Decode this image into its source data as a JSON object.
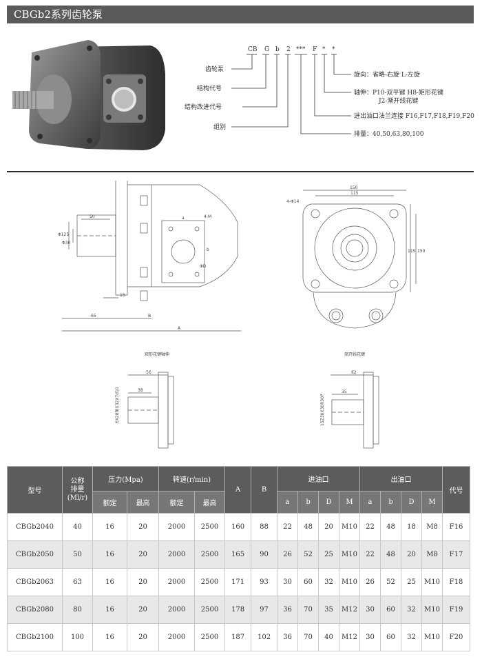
{
  "title": "CBGb2系列齿轮泵",
  "code": {
    "parts": [
      "CB",
      "G",
      "b",
      "2",
      "***",
      "F",
      "*",
      "*"
    ],
    "left_labels": [
      "齿轮泵",
      "结构代号",
      "结构改进代号",
      "组别"
    ],
    "right_labels": {
      "rotation": "旋向：省略-右旋  L-左旋",
      "shaft1": "轴伸：P10-双平键  H8-矩形花键",
      "shaft2": "J2-渐开线花键",
      "flange": "进出油口法兰连接 F16,F17,F18,F19,F20",
      "displacement": "排量：40,50,63,80,100"
    }
  },
  "drawings": {
    "side": {
      "dim_50": "50",
      "dim_65": "65",
      "dim_15": "15",
      "label_B": "B",
      "label_A": "A",
      "label_a": "a",
      "label_b": "b",
      "label_M": "4-M",
      "label_D": "ΦD",
      "dia1": "Φ125",
      "dia2": "Φ30"
    },
    "front": {
      "dim_150": "150",
      "dim_115": "115",
      "dim_115v": "115",
      "dim_150v": "150",
      "holes": "4-Φ14"
    },
    "spline1": {
      "caption": "矩形花键轴伸",
      "dim_56": "56",
      "dim_38": "38",
      "spec": "6X28f8X32X7d10"
    },
    "spline2": {
      "caption": "渐开线花键",
      "dim_62": "62",
      "dim_35": "35",
      "spec": "15Z30X30R30P"
    }
  },
  "table": {
    "headers": {
      "model": "型号",
      "disp": [
        "公称",
        "排量",
        "(Ml/r)"
      ],
      "pressure": "压力(Mpa)",
      "speed": "转速(r/min)",
      "A": "A",
      "B": "B",
      "inlet": "进油口",
      "outlet": "出油口",
      "code": "代号",
      "rated": "额定",
      "max": "最高",
      "a": "a",
      "b": "b",
      "D": "D",
      "M": "M"
    },
    "rows": [
      [
        "CBGb2040",
        "40",
        "16",
        "20",
        "2000",
        "2500",
        "160",
        "88",
        "22",
        "48",
        "20",
        "M10",
        "22",
        "48",
        "18",
        "M8",
        "F16"
      ],
      [
        "CBGb2050",
        "50",
        "16",
        "20",
        "2000",
        "2500",
        "165",
        "90",
        "26",
        "52",
        "25",
        "M10",
        "22",
        "48",
        "20",
        "M8",
        "F17"
      ],
      [
        "CBGb2063",
        "63",
        "16",
        "20",
        "2000",
        "2500",
        "171",
        "93",
        "30",
        "60",
        "32",
        "M10",
        "26",
        "52",
        "25",
        "M10",
        "F18"
      ],
      [
        "CBGb2080",
        "80",
        "16",
        "20",
        "2000",
        "2500",
        "178",
        "97",
        "36",
        "70",
        "35",
        "M12",
        "30",
        "60",
        "32",
        "M10",
        "F19"
      ],
      [
        "CBGb2100",
        "100",
        "16",
        "20",
        "2000",
        "2500",
        "187",
        "102",
        "36",
        "70",
        "40",
        "M12",
        "30",
        "60",
        "32",
        "M10",
        "F20"
      ]
    ]
  }
}
